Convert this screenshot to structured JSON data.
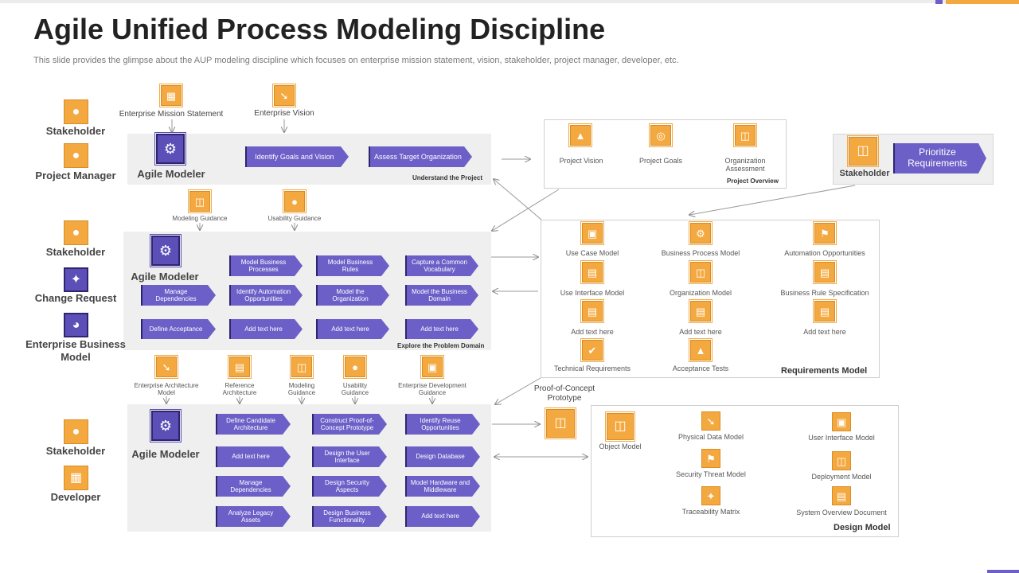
{
  "title": "Agile Unified Process Modeling Discipline",
  "subtitle": "This slide provides the glimpse about the AUP  modeling discipline which focuses on enterprise mission statement, vision, stakeholder, project manager, developer, etc.",
  "roles": {
    "stakeholder": "Stakeholder",
    "project_manager": "Project Manager",
    "change_request": "Change Request",
    "enterprise_business_model": "Enterprise Business  Model",
    "developer": "Developer",
    "agile_modeler": "Agile Modeler"
  },
  "top_inputs": {
    "mission": "Enterprise Mission Statement",
    "vision": "Enterprise Vision"
  },
  "understand": {
    "steps": [
      "Identify Goals and Vision",
      "Assess Target Organization"
    ],
    "caption": "Understand the Project"
  },
  "guidance1": [
    "Modeling Guidance",
    "Usability Guidance"
  ],
  "explore": {
    "steps": [
      "Model Business Processes",
      "Model Business Rules",
      "Capture  a Common Vocabulary",
      "Manage Dependencies",
      "Identify Automation Opportunities",
      "Model the Organization",
      "Model  the Business Domain",
      "Define  Acceptance",
      "Add text here",
      "Add text here",
      "Add text here"
    ],
    "caption": "Explore the Problem Domain"
  },
  "guidance2": [
    "Enterprise Architecture Model",
    "Reference Architecture",
    "Modeling Guidance",
    "Usability Guidance",
    "Enterprise Development  Guidance"
  ],
  "design_steps": [
    "Define Candidate Architecture",
    "Construct Proof-of-Concept Prototype",
    "Identify  Reuse Opportunities",
    "Add text here",
    "Design the User Interface",
    "Design Database",
    "Manage Dependencies",
    "Design Security Aspects",
    "Model Hardware and Middleware",
    "Analyze Legacy Assets",
    "Design Business Functionality",
    "Add text here"
  ],
  "project_overview": {
    "items": [
      "Project Vision",
      "Project Goals",
      "Organization Assessment"
    ],
    "caption": "Project Overview"
  },
  "prioritize": {
    "role": "Stakeholder",
    "label": "Prioritize Requirements"
  },
  "requirements_model": {
    "items": [
      "Use Case Model",
      "Business Process Model",
      "Automation Opportunities",
      "Use Interface Model",
      "Organization  Model",
      "Business Rule Specification",
      "Add text here",
      "Add text here",
      "Add text here",
      "Technical Requirements",
      "Acceptance Tests"
    ],
    "caption": "Requirements Model"
  },
  "poc": "Proof-of-Concept Prototype",
  "design_model": {
    "items": [
      "Object Model",
      "Physical Data Model",
      "Security Threat Model",
      "Traceability Matrix",
      "User Interface Model",
      "Deployment Model",
      "System Overview Document"
    ],
    "caption": "Design Model"
  },
  "colors": {
    "orange": "#f4a940",
    "purple": "#6c5fc7",
    "dark_purple": "#2e266c",
    "panel": "#efefef"
  },
  "icons": [
    "person-icon",
    "building-icon",
    "telescope-icon",
    "gear-target-icon",
    "wrench-icon",
    "globe-icon",
    "hierarchy-icon",
    "document-icon",
    "monitor-icon",
    "target-icon",
    "network-icon"
  ]
}
